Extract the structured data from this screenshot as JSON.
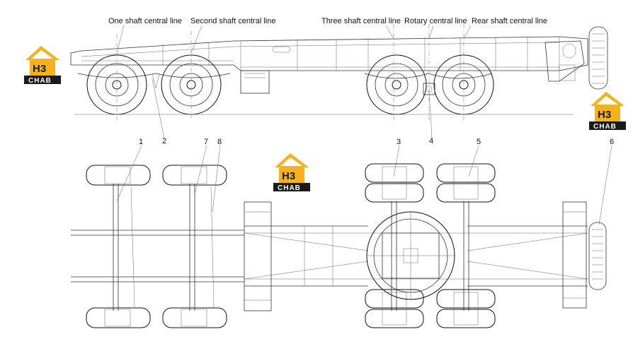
{
  "labels": {
    "shaft1": "One shaft central line",
    "shaft2": "Second shaft central line",
    "shaft3": "Three shaft central line",
    "rotary": "Rotary central line",
    "rear": "Rear shaft central line"
  },
  "callouts": [
    "1",
    "2",
    "3",
    "4",
    "5",
    "6",
    "7",
    "8"
  ],
  "logo": {
    "mark": "H3",
    "word": "CHAB",
    "accent": "#f5b21a",
    "dark": "#1a1a1a"
  }
}
